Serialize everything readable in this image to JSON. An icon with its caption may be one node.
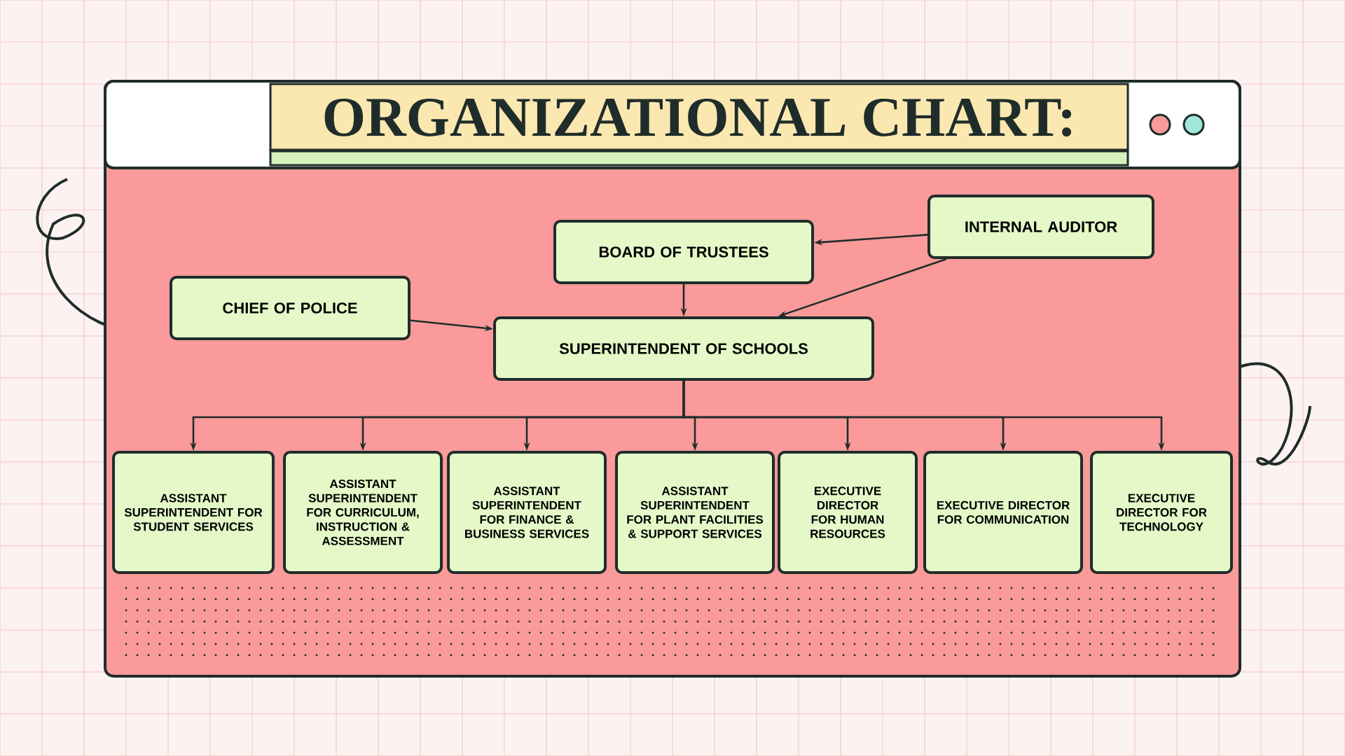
{
  "diagram": {
    "title": "ORGANIZATIONAL CHART:",
    "nodes": [
      {
        "text": [
          "BOARD OF TRUSTEES"
        ]
      },
      {
        "text": [
          "INTERNAL AUDITOR"
        ]
      },
      {
        "text": [
          "CHIEF OF POLICE"
        ]
      },
      {
        "text": [
          "SUPERINTENDENT OF SCHOOLS"
        ]
      },
      {
        "text": [
          "ASSISTANT SUPERINTENDENT FOR STUDENT SERVICES"
        ]
      },
      {
        "text": [
          "ASSISTANT SUPERINTENDENT FOR CURRICULUM, INSTRUCTION & ASSESSMENT"
        ]
      },
      {
        "text": [
          "ASSISTANT SUPERINTENDENT FOR FINANCE & BUSINESS SERVICES"
        ]
      },
      {
        "text": [
          "ASSISTANT SUPERINTENDENT FOR PLANT FACILITIES & SUPPORT SERVICES"
        ]
      },
      {
        "text": [
          "EXECUTIVE DIRECTOR FOR HUMAN RESOURCES"
        ]
      },
      {
        "text": [
          "EXECUTIVE DIRECTOR FOR COMMUNICATION"
        ]
      },
      {
        "text": [
          "EXECUTIVE DIRECTOR FOR TECHNOLOGY"
        ]
      }
    ],
    "edges": [
      {
        "from": 1,
        "to": 0,
        "arrow": "to"
      },
      {
        "from": 1,
        "to": 3,
        "arrow": "to"
      },
      {
        "from": 0,
        "to": 3,
        "arrow": "to"
      },
      {
        "from": 2,
        "to": 3,
        "arrow": "to"
      },
      {
        "from": 3,
        "to": 4,
        "arrow": "to"
      },
      {
        "from": 3,
        "to": 5,
        "arrow": "to"
      },
      {
        "from": 3,
        "to": 6,
        "arrow": "to"
      },
      {
        "from": 3,
        "to": 7,
        "arrow": "to"
      },
      {
        "from": 3,
        "to": 8,
        "arrow": "to"
      },
      {
        "from": 3,
        "to": 9,
        "arrow": "to"
      },
      {
        "from": 3,
        "to": 10,
        "arrow": "to"
      }
    ]
  }
}
